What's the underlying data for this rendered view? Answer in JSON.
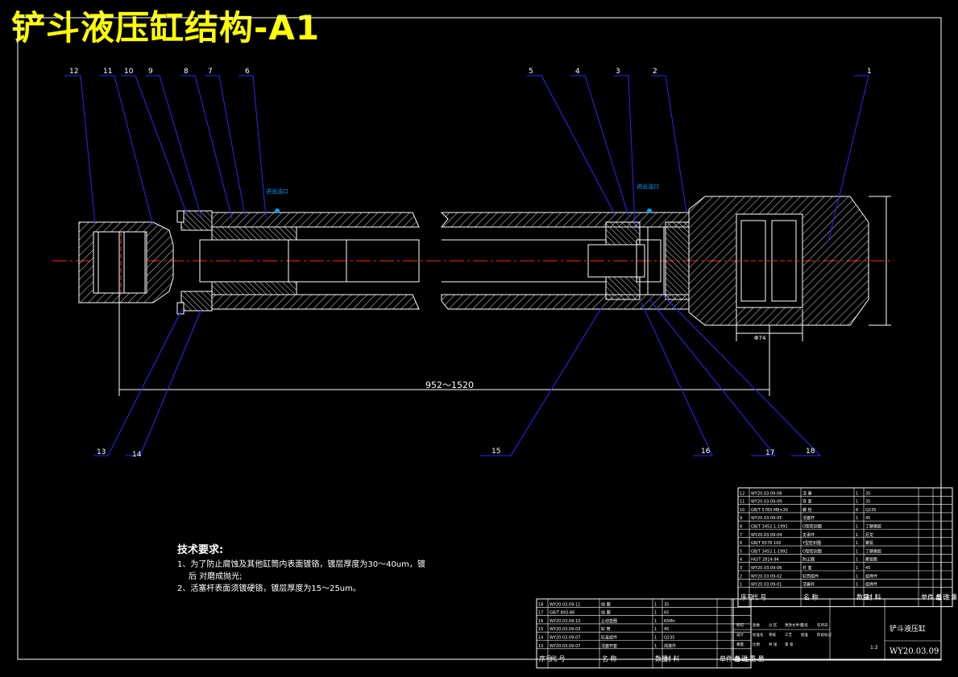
{
  "title": "铲斗液压缸结构-A1",
  "callouts": [
    "12",
    "11",
    "10",
    "9",
    "8",
    "7",
    "6",
    "5",
    "4",
    "3",
    "2",
    "1",
    "13",
    "14",
    "15",
    "16",
    "17",
    "18"
  ],
  "port_label": "进出油口",
  "dimension": "952～1520",
  "dia_label": "Φ74",
  "tech_req": {
    "heading": "技术要求:",
    "item1": "1、为了防止腐蚀及其他缸筒内表面镀铬，镀层厚度为30～40um，镀",
    "item1b": "后              对磨成抛光;",
    "item2": "2、活塞杆表面须镀硬铬，镀层厚度为15～25um。"
  },
  "upper_table": {
    "rows": [
      [
        "12",
        "WY20.03.09-08",
        "活 塞",
        "1",
        "35",
        ""
      ],
      [
        "11",
        "WY20.03.09-09",
        "导 套",
        "1",
        "35",
        ""
      ],
      [
        "10",
        "GB/T 5783 M8×30",
        "螺 栓",
        "8",
        "Q235",
        ""
      ],
      [
        "9",
        "WY20.03.09-05",
        "活塞杆",
        "1",
        "45",
        ""
      ],
      [
        "8",
        "GB/T 3452.1-1992",
        "O型密封圈",
        "1",
        "丁腈橡胶",
        ""
      ],
      [
        "7",
        "WY20.03.09-04",
        "支承环",
        "1",
        "尼龙",
        ""
      ],
      [
        "6",
        "GB/T 6578 100",
        "Y型密封圈",
        "1",
        "聚氨",
        ""
      ],
      [
        "5",
        "GB/T 3452.1-1992",
        "O型密封圈",
        "1",
        "丁腈橡胶",
        ""
      ],
      [
        "4",
        "HG/T 2814-94",
        "防尘圈",
        "1",
        "聚氨酯",
        ""
      ],
      [
        "3",
        "WY20.03.09-06",
        "衬 套",
        "1",
        "45",
        ""
      ],
      [
        "2",
        "WY20.03.09-02",
        "缸筒组件",
        "1",
        "组焊件",
        ""
      ],
      [
        "1",
        "WY20.03.09-01",
        "活塞杆",
        "1",
        "组焊件",
        ""
      ]
    ],
    "footer": [
      "序号",
      "代 号",
      "名 称",
      "数量",
      "材 料",
      "单件 总计 重 量",
      "备 注"
    ]
  },
  "lower_table": {
    "rows": [
      [
        "18",
        "WY20.03.09-11",
        "挡 圈",
        "1",
        "35",
        ""
      ],
      [
        "17",
        "GB/T 893-86",
        "挡 圈",
        "1",
        "65",
        ""
      ],
      [
        "16",
        "WY20.03.09-10",
        "止动垫圈",
        "1",
        "65Mn",
        ""
      ],
      [
        "15",
        "WY20.03.09-03",
        "缸 筒",
        "1",
        "45",
        ""
      ],
      [
        "14",
        "WY20.03.09-07",
        "缸盖组件",
        "1",
        "Q235",
        ""
      ],
      [
        "13",
        "WY20.03.09-07",
        "活塞杆套",
        "1",
        "焊接件",
        ""
      ]
    ],
    "footer": [
      "序号",
      "代 号",
      "名 称",
      "数量",
      "材 料",
      "单件 总计 重 量",
      "备 注"
    ]
  },
  "title_block": {
    "name": "铲斗液压缸",
    "code": "WY20.03.09",
    "scale": "1:2",
    "labels": [
      "标记",
      "处数",
      "分 区",
      "更改文件号",
      "签名",
      "年月日",
      "设计",
      "标准化",
      "审核",
      "工艺",
      "批准",
      "阶段标记",
      "重量",
      "比例",
      "共 张",
      "第 张"
    ]
  },
  "colors": {
    "background": "#000000",
    "title": "#ffff00",
    "drawing": "#ffffff",
    "centerline": "#ff2020",
    "leader": "#2828ff",
    "hatch": "#e0e0e0",
    "port": "#00a0ff"
  }
}
